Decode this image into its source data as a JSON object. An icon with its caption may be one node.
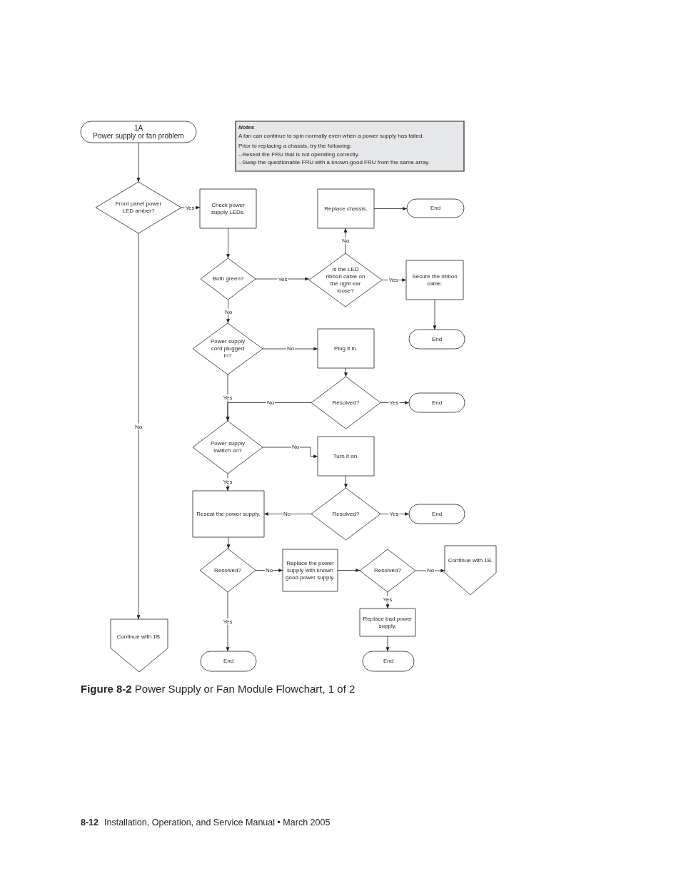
{
  "diagram": {
    "title": "**Figure 8-2** Power Supply or Fan Module Flowchart, 1 of 2",
    "nodes": [
      {
        "text": [
          "1A",
          "Power supply or fan problem"
        ]
      },
      {
        "text": [
          "Notes",
          "A fan can continue to spin normally even when a power supply has failed.",
          "Prior to replacing a chassis, try the following:",
          "--Reseat the FRU that is not operating correctly.",
          "--Swap the questionable FRU with a known-good FRU from the same array."
        ]
      },
      {
        "text": [
          "Front panel power LED amber?"
        ]
      },
      {
        "text": [
          "Check power supply LEDs."
        ]
      },
      {
        "text": [
          "Replace chassis."
        ]
      },
      {
        "text": [
          "End"
        ]
      },
      {
        "text": [
          "Both green?"
        ]
      },
      {
        "text": [
          "Is the LED ribbon cable on the right ear loose?"
        ]
      },
      {
        "text": [
          "Secure the ribbon cable."
        ]
      },
      {
        "text": [
          "End"
        ]
      },
      {
        "text": [
          "Power supply cord plugged in?"
        ]
      },
      {
        "text": [
          "Plug it in."
        ]
      },
      {
        "text": [
          "Resolved?"
        ]
      },
      {
        "text": [
          "End"
        ]
      },
      {
        "text": [
          "Power supply swiitch on?"
        ]
      },
      {
        "text": [
          "Turn it on."
        ]
      },
      {
        "text": [
          "Resolved?"
        ]
      },
      {
        "text": [
          "End"
        ]
      },
      {
        "text": [
          "Reseat the power supply."
        ]
      },
      {
        "text": [
          "Resolved?"
        ]
      },
      {
        "text": [
          "Replace the power supply with known good power supply."
        ]
      },
      {
        "text": [
          "Resolved?"
        ]
      },
      {
        "text": [
          "Continue with 1B."
        ]
      },
      {
        "text": [
          "Replace bad power supply."
        ]
      },
      {
        "text": [
          "End"
        ]
      },
      {
        "text": [
          "End"
        ]
      },
      {
        "text": [
          "Continue with 1B."
        ]
      }
    ],
    "edges": [
      {
        "from": 0,
        "to": 2,
        "arrow": "to"
      },
      {
        "from": 2,
        "to": 3,
        "arrow": "to",
        "label": "Yes"
      },
      {
        "from": 3,
        "to": 6,
        "arrow": "to"
      },
      {
        "from": 6,
        "to": 7,
        "arrow": "to",
        "label": "Yes"
      },
      {
        "from": 7,
        "to": 4,
        "arrow": "to",
        "label": "No"
      },
      {
        "from": 4,
        "to": 5,
        "arrow": "to"
      },
      {
        "from": 7,
        "to": 8,
        "arrow": "to",
        "label": "Yes"
      },
      {
        "from": 8,
        "to": 9,
        "arrow": "to"
      },
      {
        "from": 6,
        "to": 10,
        "arrow": "to",
        "label": "No"
      },
      {
        "from": 10,
        "to": 11,
        "arrow": "to",
        "label": "No"
      },
      {
        "from": 11,
        "to": 12,
        "arrow": "to"
      },
      {
        "from": 12,
        "to": 13,
        "arrow": "to",
        "label": "Yes"
      },
      {
        "from": 10,
        "to": 14,
        "arrow": "to",
        "label": "Yes"
      },
      {
        "from": 12,
        "to": 14,
        "arrow": "to",
        "label": "No"
      },
      {
        "from": 14,
        "to": 15,
        "arrow": "to",
        "label": "No"
      },
      {
        "from": 15,
        "to": 16,
        "arrow": "to"
      },
      {
        "from": 16,
        "to": 17,
        "arrow": "to",
        "label": "Yes"
      },
      {
        "from": 16,
        "to": 18,
        "arrow": "to",
        "label": "No"
      },
      {
        "from": 14,
        "to": 18,
        "arrow": "to",
        "label": "Yes"
      },
      {
        "from": 18,
        "to": 19,
        "arrow": "to"
      },
      {
        "from": 19,
        "to": 20,
        "arrow": "to",
        "label": "No"
      },
      {
        "from": 20,
        "to": 21,
        "arrow": "to"
      },
      {
        "from": 21,
        "to": 22,
        "arrow": "to",
        "label": "No"
      },
      {
        "from": 21,
        "to": 23,
        "arrow": "to",
        "label": "Yes"
      },
      {
        "from": 23,
        "to": 25,
        "arrow": "to"
      },
      {
        "from": 19,
        "to": 24,
        "arrow": "to",
        "label": "Yes"
      },
      {
        "from": 2,
        "to": 26,
        "arrow": "to",
        "label": "No"
      }
    ],
    "labels": [
      "8-12",
      "Installation, Operation, and Service Manual • March 2005"
    ]
  }
}
